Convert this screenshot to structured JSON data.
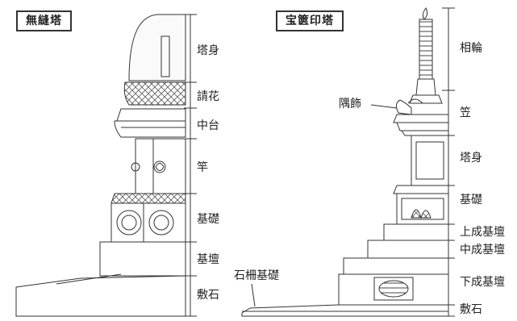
{
  "left_diagram": {
    "title": "無縫塔",
    "labels": {
      "tower_body": "塔身",
      "ukebana": "請花",
      "chudai": "中台",
      "sao": "竿",
      "kiso": "基礎",
      "kidan": "基壇",
      "shikiishi": "敷石"
    }
  },
  "right_diagram": {
    "title": "宝篋印塔",
    "labels": {
      "sorin": "相輪",
      "kasa": "笠",
      "sumikazari": "隅飾",
      "tower_body": "塔身",
      "kiso": "基礎",
      "upper_kidan": "上成基壇",
      "middle_kidan": "中成基壇",
      "lower_kidan": "下成基壇",
      "ishigaki_kiso": "石柵基礎",
      "shikiishi": "敷石"
    }
  }
}
